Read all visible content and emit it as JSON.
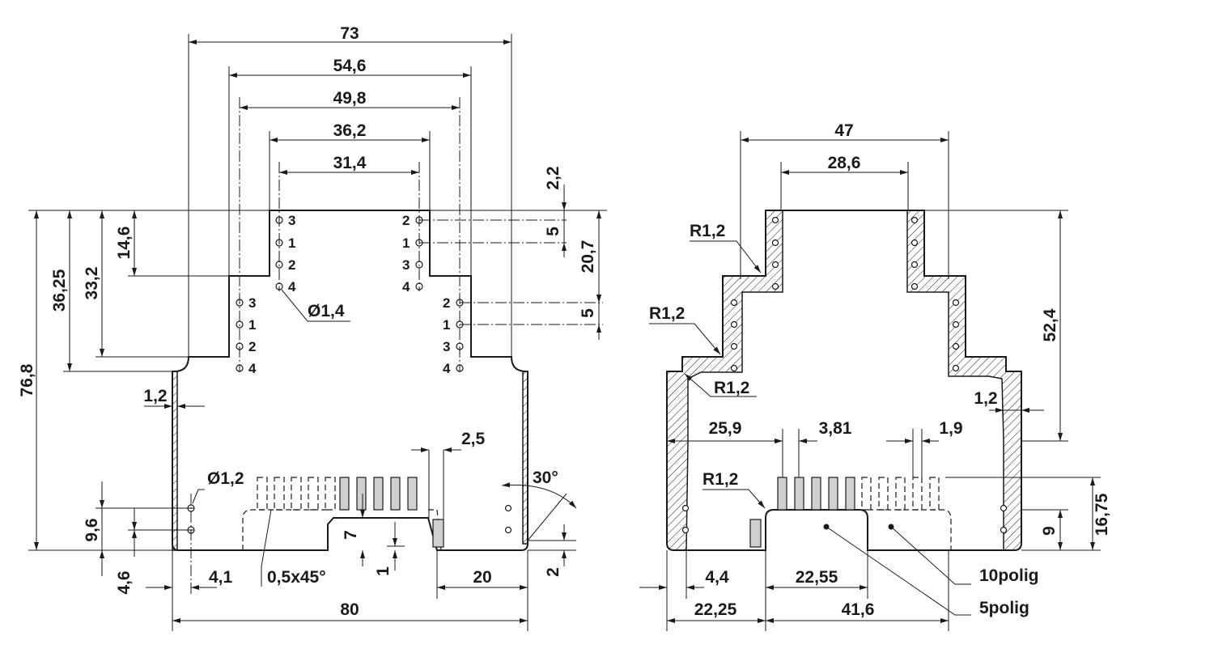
{
  "left_view": {
    "dimensions": {
      "w73": "73",
      "w54_6": "54,6",
      "w49_8": "49,8",
      "w36_2": "36,2",
      "w31_4": "31,4",
      "h76_8": "76,8",
      "h36_25": "36,25",
      "h33_2": "33,2",
      "h14_6": "14,6",
      "h2_2": "2,2",
      "h5_top": "5",
      "h20_7": "20,7",
      "h5_mid": "5",
      "wall": "1,2",
      "hole_d": "Ø1,4",
      "hole_d2": "Ø1,2",
      "pitch2_5": "2,5",
      "angle": "30°",
      "h9_6": "9,6",
      "h4_6": "4,6",
      "w4_1": "4,1",
      "chamfer": "0,5x45°",
      "h7": "7",
      "h1": "1",
      "w20": "20",
      "h2_bottom": "2",
      "w80": "80"
    },
    "terminals_left_top": [
      "3",
      "1",
      "2",
      "4"
    ],
    "terminals_right_top": [
      "2",
      "1",
      "3",
      "4"
    ],
    "terminals_left_mid": [
      "3",
      "1",
      "2",
      "4"
    ],
    "terminals_right_mid": [
      "2",
      "1",
      "3",
      "4"
    ]
  },
  "right_view": {
    "dimensions": {
      "w47": "47",
      "w28_6": "28,6",
      "r1": "R1,2",
      "r2": "R1,2",
      "r3": "R1,2",
      "r4": "R1,2",
      "h52_4": "52,4",
      "wall": "1,2",
      "w25_9": "25,9",
      "w3_81": "3,81",
      "w1_9": "1,9",
      "h16_75": "16,75",
      "h9": "9",
      "w4_4": "4,4",
      "w22_55": "22,55",
      "w22_25": "22,25",
      "w41_6": "41,6"
    },
    "labels": {
      "poles10": "10polig",
      "poles5": "5polig"
    }
  }
}
